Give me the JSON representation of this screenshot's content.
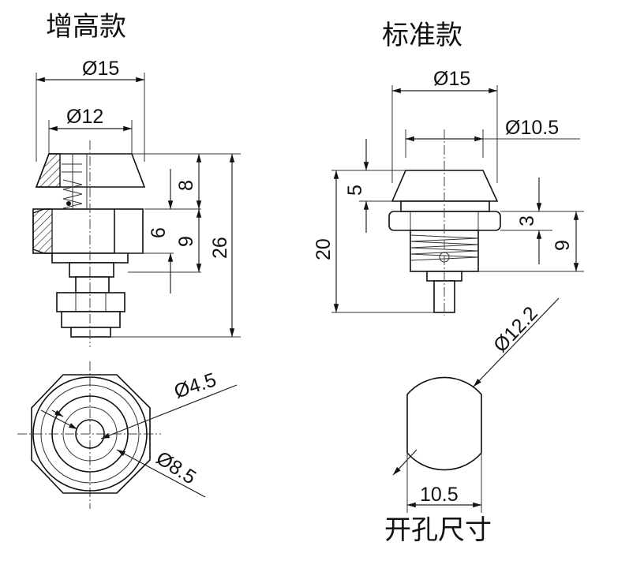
{
  "titles": {
    "raised": "增高款",
    "standard": "标准款",
    "hole": "开孔尺寸"
  },
  "raised": {
    "outer_diameter": "Ø15",
    "inner_diameter": "Ø12",
    "cap_height": "8",
    "hex_height": "6",
    "thread_height": "9",
    "total_height": "26",
    "small_diameter": "Ø4.5",
    "large_diameter": "Ø8.5"
  },
  "standard": {
    "outer_diameter": "Ø15",
    "inner_diameter": "Ø10.5",
    "cap_height": "5",
    "total_height": "20",
    "hex_height": "3",
    "thread_height": "9"
  },
  "hole": {
    "diameter": "Ø12.2",
    "flat_width": "10.5"
  }
}
